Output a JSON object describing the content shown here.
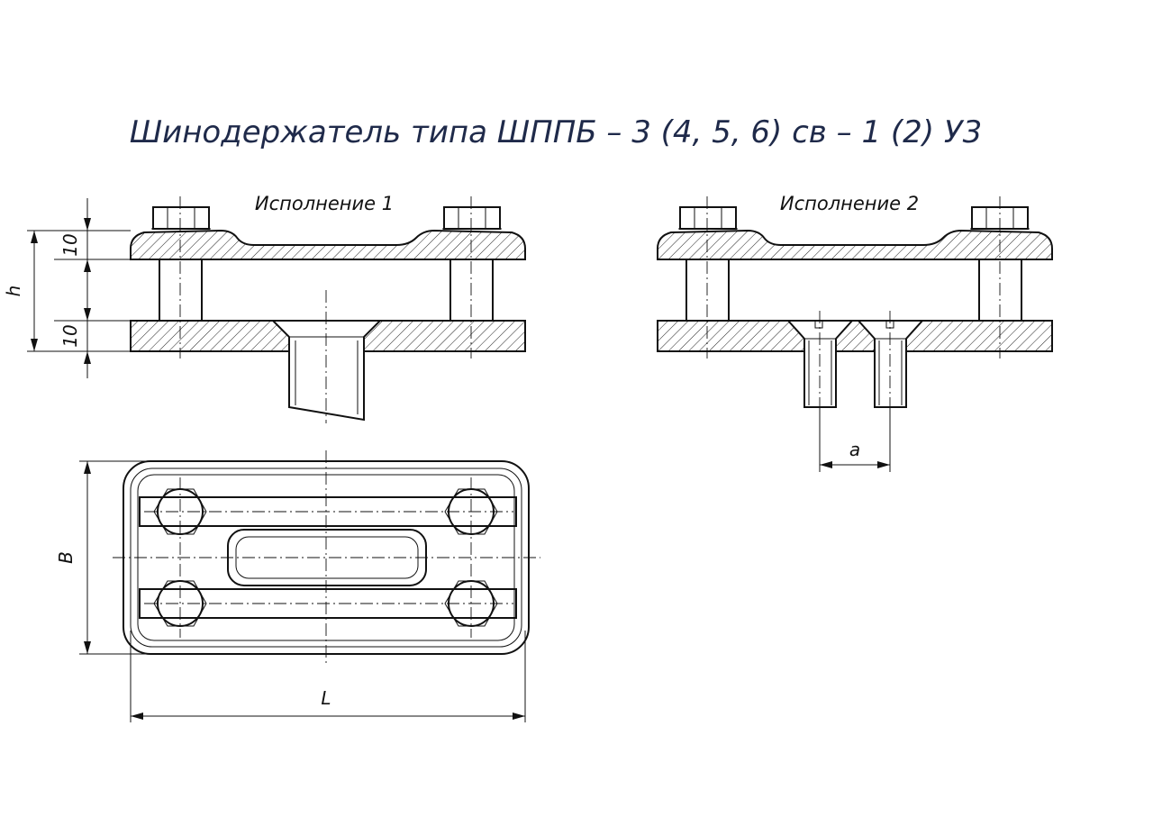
{
  "title": "Шинодержатель типа ШППБ – 3 (4, 5, 6) св – 1 (2) У3",
  "views": {
    "variant1_label": "Исполнение 1",
    "variant2_label": "Исполнение 2"
  },
  "dimensions": {
    "top_thickness": "10",
    "bottom_thickness": "10",
    "height": "h",
    "width": "B",
    "length": "L",
    "spacing": "a"
  }
}
